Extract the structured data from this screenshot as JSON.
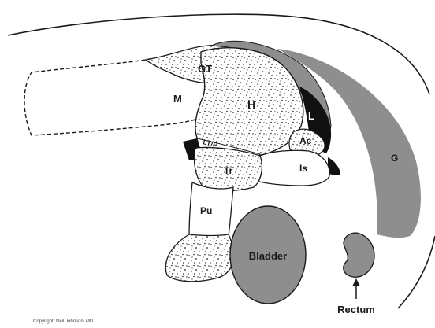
{
  "labels": {
    "gt": "GT",
    "m": "M",
    "h": "H",
    "l": "L",
    "ltp": "LT/P",
    "ac": "Ac",
    "is": "Is",
    "tr": "Tr",
    "pu": "Pu",
    "bladder": "Bladder",
    "g": "G",
    "rectum": "Rectum"
  },
  "credit": "Copyright: Neil Johnson, MD",
  "colors": {
    "gray": "#8e8e8e",
    "black": "#111111",
    "stipple_bg": "#ffffff",
    "outline": "#1a1a1a"
  }
}
